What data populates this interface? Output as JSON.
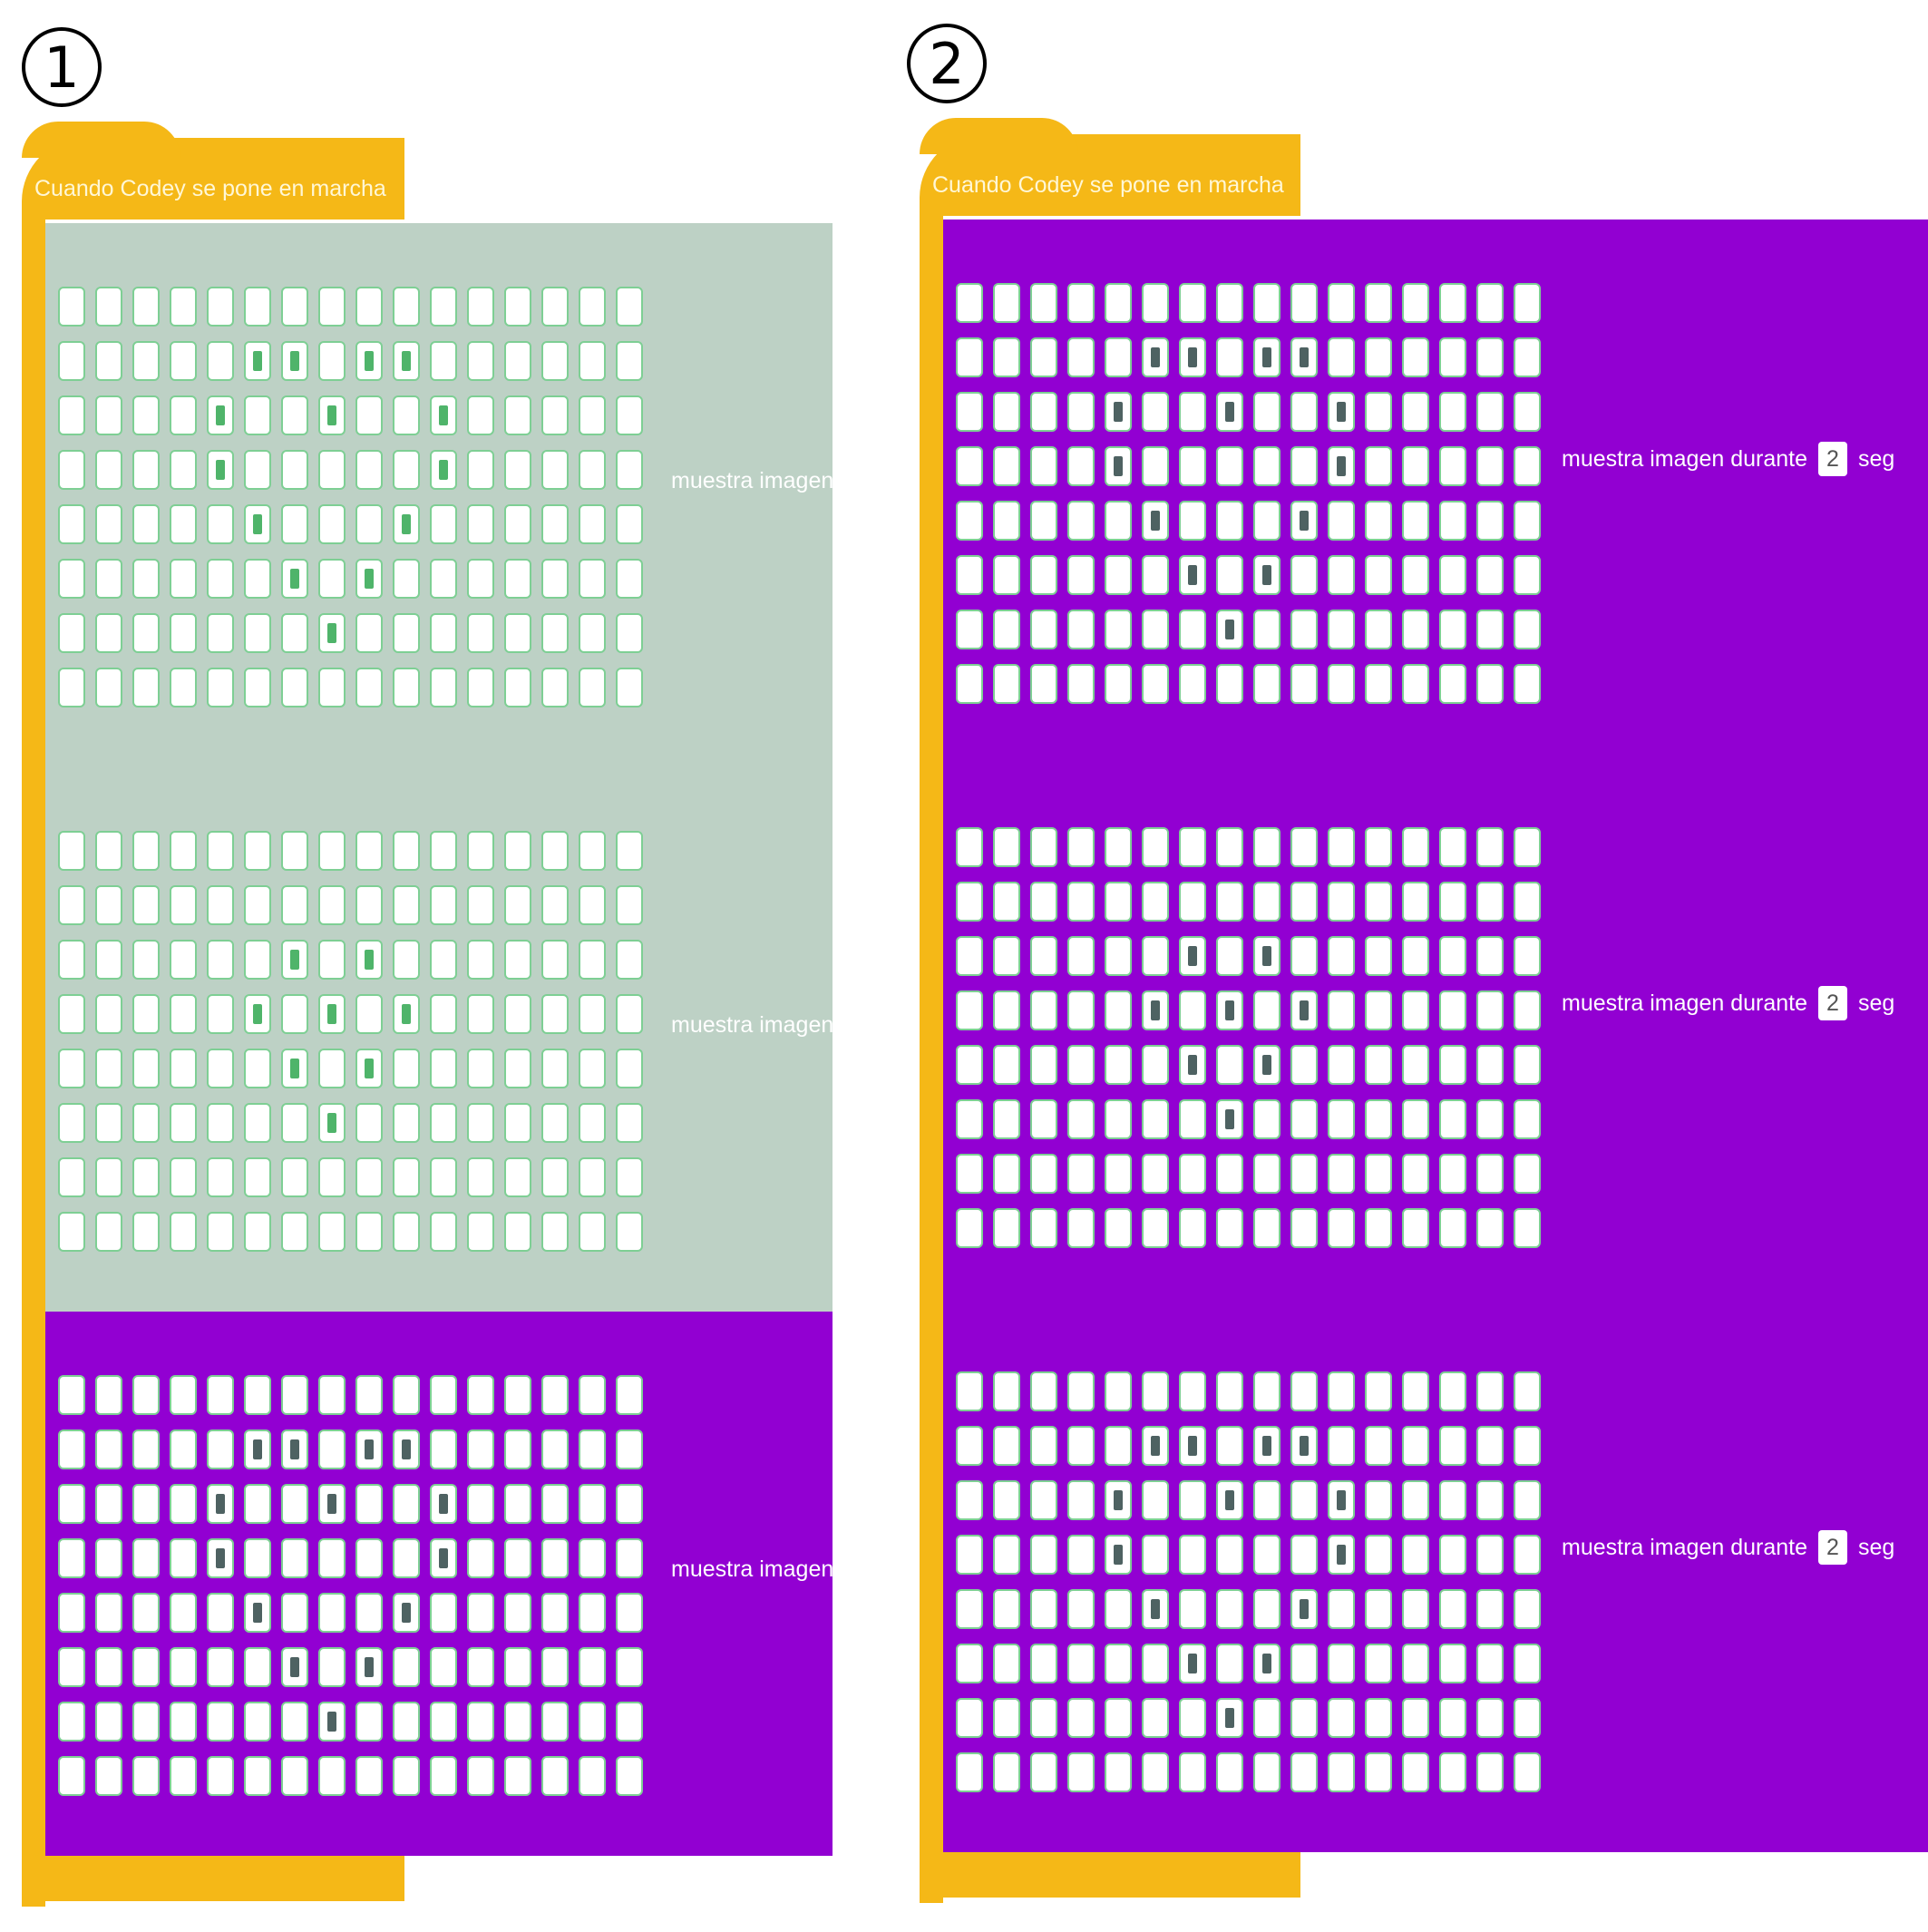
{
  "programs": [
    {
      "step_number": "1",
      "hat_label": "Cuando Codey se pone en marcha",
      "blocks": [
        {
          "state": "inactive",
          "label": "muestra imagen",
          "pixels_on": [
            [
              1,
              5
            ],
            [
              1,
              6
            ],
            [
              1,
              8
            ],
            [
              1,
              9
            ],
            [
              2,
              4
            ],
            [
              2,
              7
            ],
            [
              2,
              10
            ],
            [
              3,
              4
            ],
            [
              3,
              10
            ],
            [
              4,
              5
            ],
            [
              4,
              9
            ],
            [
              5,
              6
            ],
            [
              5,
              8
            ],
            [
              6,
              7
            ]
          ]
        },
        {
          "state": "inactive",
          "label": "muestra imagen",
          "pixels_on": [
            [
              2,
              6
            ],
            [
              2,
              8
            ],
            [
              3,
              5
            ],
            [
              3,
              7
            ],
            [
              3,
              9
            ],
            [
              4,
              6
            ],
            [
              4,
              8
            ],
            [
              5,
              7
            ]
          ]
        },
        {
          "state": "active",
          "label": "muestra imagen",
          "pixels_on": [
            [
              1,
              5
            ],
            [
              1,
              6
            ],
            [
              1,
              8
            ],
            [
              1,
              9
            ],
            [
              2,
              4
            ],
            [
              2,
              7
            ],
            [
              2,
              10
            ],
            [
              3,
              4
            ],
            [
              3,
              10
            ],
            [
              4,
              5
            ],
            [
              4,
              9
            ],
            [
              5,
              6
            ],
            [
              5,
              8
            ],
            [
              6,
              7
            ]
          ]
        }
      ]
    },
    {
      "step_number": "2",
      "hat_label": "Cuando Codey se pone en marcha",
      "blocks": [
        {
          "state": "active",
          "label": "muestra imagen durante",
          "duration": "2",
          "unit": "seg",
          "pixels_on": [
            [
              1,
              5
            ],
            [
              1,
              6
            ],
            [
              1,
              8
            ],
            [
              1,
              9
            ],
            [
              2,
              4
            ],
            [
              2,
              7
            ],
            [
              2,
              10
            ],
            [
              3,
              4
            ],
            [
              3,
              10
            ],
            [
              4,
              5
            ],
            [
              4,
              9
            ],
            [
              5,
              6
            ],
            [
              5,
              8
            ],
            [
              6,
              7
            ]
          ]
        },
        {
          "state": "active",
          "label": "muestra imagen durante",
          "duration": "2",
          "unit": "seg",
          "pixels_on": [
            [
              2,
              6
            ],
            [
              2,
              8
            ],
            [
              3,
              5
            ],
            [
              3,
              7
            ],
            [
              3,
              9
            ],
            [
              4,
              6
            ],
            [
              4,
              8
            ],
            [
              5,
              7
            ]
          ]
        },
        {
          "state": "active",
          "label": "muestra imagen durante",
          "duration": "2",
          "unit": "seg",
          "pixels_on": [
            [
              1,
              5
            ],
            [
              1,
              6
            ],
            [
              1,
              8
            ],
            [
              1,
              9
            ],
            [
              2,
              4
            ],
            [
              2,
              7
            ],
            [
              2,
              10
            ],
            [
              3,
              4
            ],
            [
              3,
              10
            ],
            [
              4,
              5
            ],
            [
              4,
              9
            ],
            [
              5,
              6
            ],
            [
              5,
              8
            ],
            [
              6,
              7
            ]
          ]
        }
      ]
    }
  ]
}
